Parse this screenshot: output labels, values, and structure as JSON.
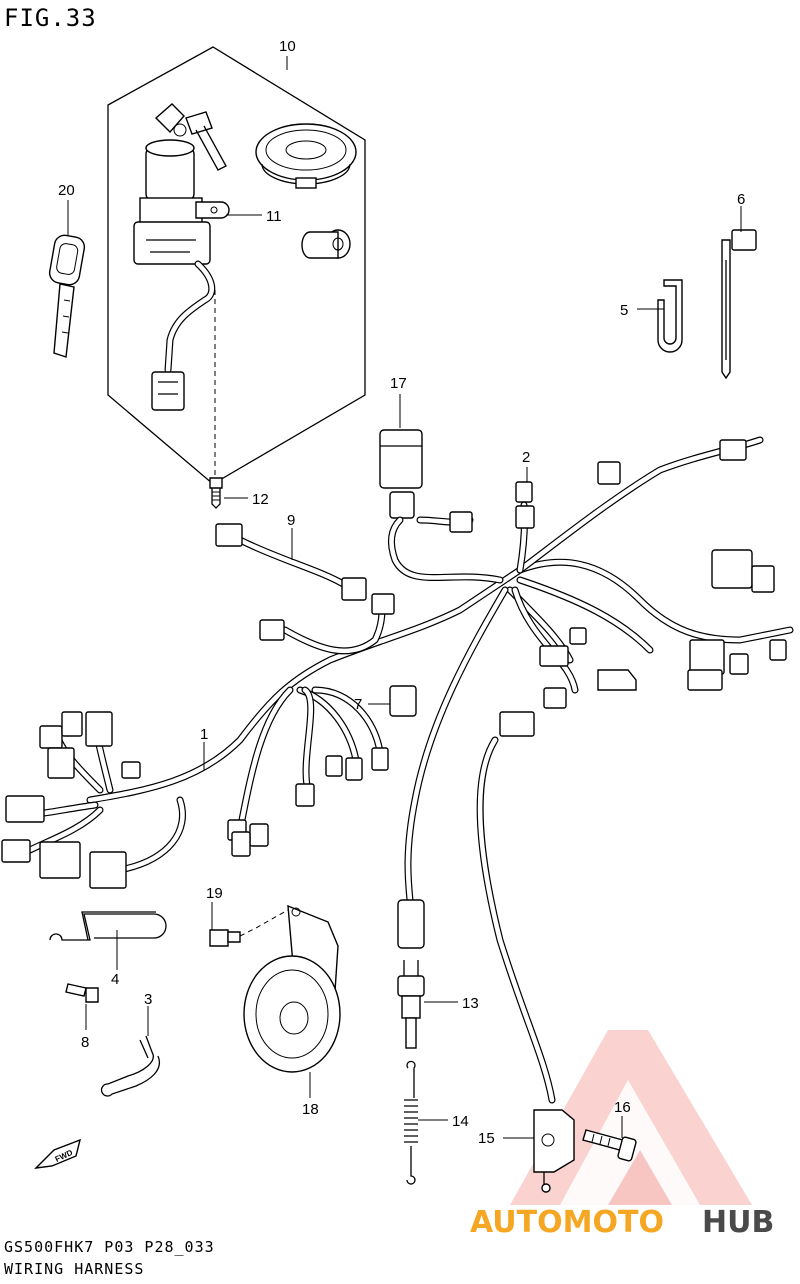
{
  "figure": {
    "title": "FIG.33",
    "code": "GS500FHK7 P03 P28_033",
    "caption": "WIRING HARNESS"
  },
  "parts": [
    {
      "num": "1"
    },
    {
      "num": "2"
    },
    {
      "num": "3"
    },
    {
      "num": "4"
    },
    {
      "num": "5"
    },
    {
      "num": "6"
    },
    {
      "num": "7"
    },
    {
      "num": "8"
    },
    {
      "num": "9"
    },
    {
      "num": "10"
    },
    {
      "num": "11"
    },
    {
      "num": "12"
    },
    {
      "num": "13"
    },
    {
      "num": "14"
    },
    {
      "num": "15"
    },
    {
      "num": "16"
    },
    {
      "num": "17"
    },
    {
      "num": "18"
    },
    {
      "num": "19"
    },
    {
      "num": "20"
    }
  ],
  "fwd_label": "FWD",
  "watermark": {
    "word_a": "AUTOMOTO",
    "word_b": "HUB",
    "color_a": "#f5a623",
    "color_b": "#4a4a4a",
    "logo_color": "#e84a3c"
  }
}
